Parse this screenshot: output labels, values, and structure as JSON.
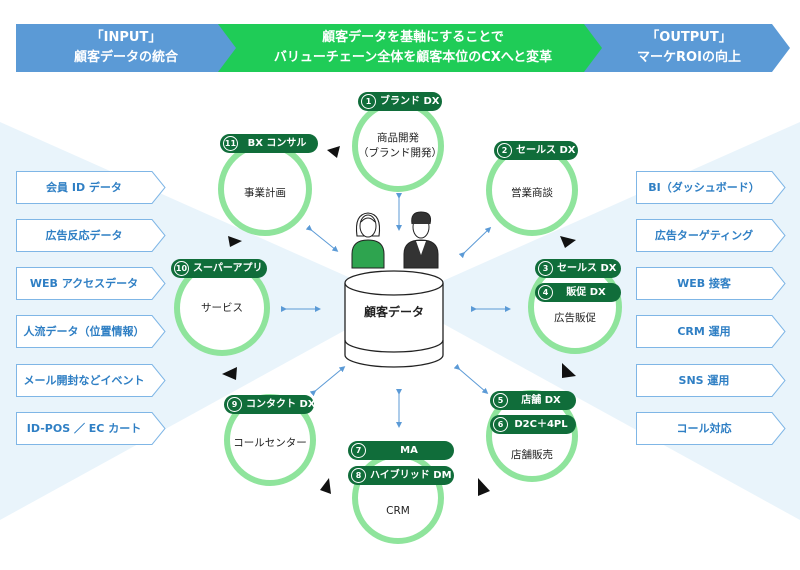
{
  "banner": {
    "left_line1": "「INPUT」",
    "left_line2": "顧客データの統合",
    "center_line1": "顧客データを基軸にすることで",
    "center_line2": "バリューチェーン全体を顧客本位のCXへと変革",
    "right_line1": "「OUTPUT」",
    "right_line2": "マーケROIの向上"
  },
  "inputs": [
    "会員 ID データ",
    "広告反応データ",
    "WEB アクセスデータ",
    "人流データ（位置情報）",
    "メール開封などイベント",
    "ID-POS ／ EC カート"
  ],
  "outputs": [
    "BI（ダッシュボード）",
    "広告ターゲティング",
    "WEB 接客",
    "CRM 運用",
    "SNS 運用",
    "コール対応"
  ],
  "center": {
    "label": "顧客データ"
  },
  "nodes": {
    "n1": {
      "num": "1",
      "tag": "ブランド DX",
      "line1": "商品開発",
      "line2": "（ブランド開発）"
    },
    "n2": {
      "num": "2",
      "tag": "セールス DX",
      "line1": "営業商談"
    },
    "n3": {
      "num": "3",
      "tag": "セールス DX",
      "num2": "4",
      "tag2": "販促 DX",
      "line1": "広告販促"
    },
    "n5": {
      "num": "5",
      "tag": "店舗 DX",
      "num2": "6",
      "tag2": "D2C＋4PL",
      "line1": "店舗販売"
    },
    "n7": {
      "num": "7",
      "tag": "MA",
      "num2": "8",
      "tag2": "ハイブリッド DM",
      "line1": "CRM"
    },
    "n9": {
      "num": "9",
      "tag": "コンタクト DX",
      "line1": "コールセンター"
    },
    "n10": {
      "num": "10",
      "tag": "スーパーアプリ",
      "line1": "サービス"
    },
    "n11": {
      "num": "11",
      "tag": "BX コンサル",
      "line1": "事業計画"
    }
  },
  "colors": {
    "banner_blue": "#5b9ad6",
    "banner_green": "#1fcc57",
    "ring": "#8fe49c",
    "tag": "#106d3a",
    "side_text": "#2f7fc4",
    "bg_band": "#e9f4fb"
  }
}
